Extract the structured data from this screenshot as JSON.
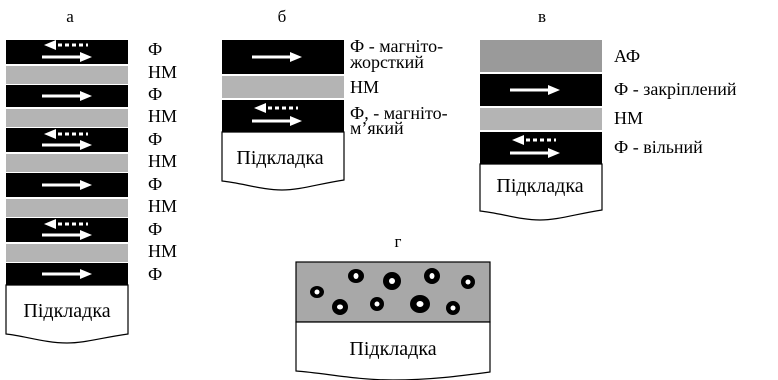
{
  "panels": {
    "a": {
      "letter": "а",
      "layers": [
        "Ф",
        "НМ",
        "Ф",
        "НМ",
        "Ф",
        "НМ",
        "Ф",
        "НМ",
        "Ф",
        "НМ",
        "Ф"
      ],
      "substrate": "Підкладка"
    },
    "b": {
      "letter": "б",
      "label1_line1": "Ф - магніто-",
      "label1_line2": "жорсткий",
      "label2": "НМ",
      "label3_line1": "Ф, - магніто-",
      "label3_line2": "м’який",
      "substrate": "Підкладка"
    },
    "c": {
      "letter": "в",
      "label_af": "АФ",
      "label_fixed": "Ф - закріплений",
      "label_nm": "НМ",
      "label_free": "Ф - вільний",
      "substrate": "Підкладка"
    },
    "d": {
      "letter": "г",
      "substrate": "Підкладка"
    }
  },
  "colors": {
    "ferro": "#000000",
    "nonmagnetic": "#b4b4b4",
    "antiferro": "#9a9a9a",
    "granular_matrix": "#a8a8a8",
    "substrate": "#ffffff"
  }
}
